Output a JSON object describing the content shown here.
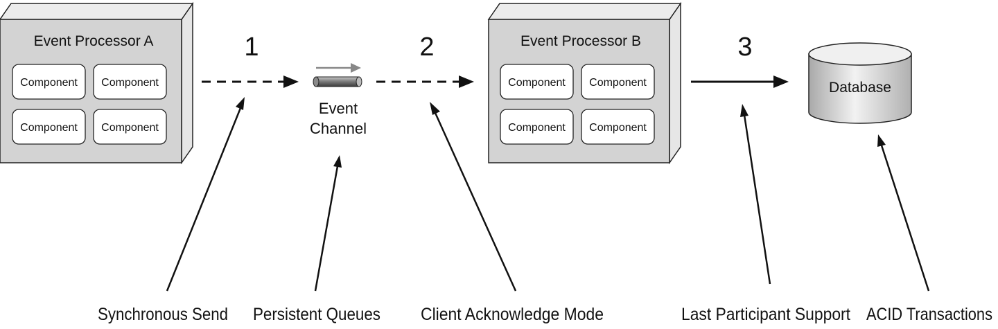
{
  "diagram": {
    "processor_a": {
      "title": "Event Processor A",
      "components": [
        "Component",
        "Component",
        "Component",
        "Component"
      ]
    },
    "processor_b": {
      "title": "Event Processor B",
      "components": [
        "Component",
        "Component",
        "Component",
        "Component"
      ]
    },
    "channel": {
      "line1": "Event",
      "line2": "Channel"
    },
    "database": {
      "label": "Database"
    },
    "steps": [
      "1",
      "2",
      "3"
    ],
    "captions": {
      "synchronous_send": "Synchronous Send",
      "persistent_queues": "Persistent Queues",
      "client_acknowledge": "Client Acknowledge Mode",
      "last_participant": "Last Participant Support",
      "acid_transactions": "ACID Transactions"
    }
  }
}
